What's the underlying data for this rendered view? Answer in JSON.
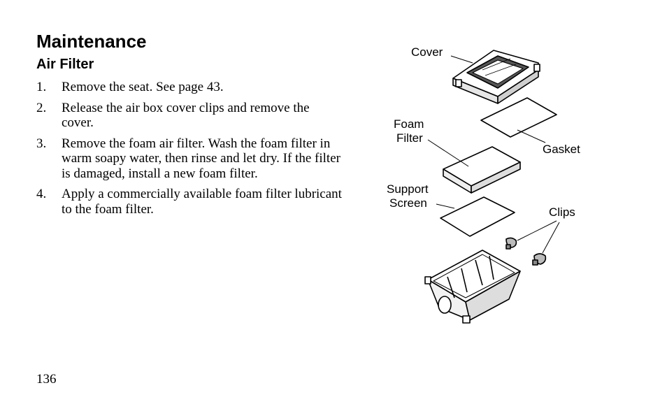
{
  "section_title": "Maintenance",
  "subsection_title": "Air Filter",
  "steps": [
    {
      "num": "1.",
      "text": "Remove the seat. See page 43."
    },
    {
      "num": "2.",
      "text": "Release the air box cover clips and remove the cover."
    },
    {
      "num": "3.",
      "text": "Remove the foam air filter. Wash the foam filter in warm soapy water, then rinse and let dry. If the filter is damaged, install a new foam filter."
    },
    {
      "num": "4.",
      "text": "Apply a commercially available foam filter lubricant to the foam filter."
    }
  ],
  "figure_labels": {
    "cover": "Cover",
    "foam_line1": "Foam",
    "foam_line2": "Filter",
    "gasket": "Gasket",
    "support_line1": "Support",
    "support_line2": "Screen",
    "clips": "Clips"
  },
  "page_number": "136"
}
